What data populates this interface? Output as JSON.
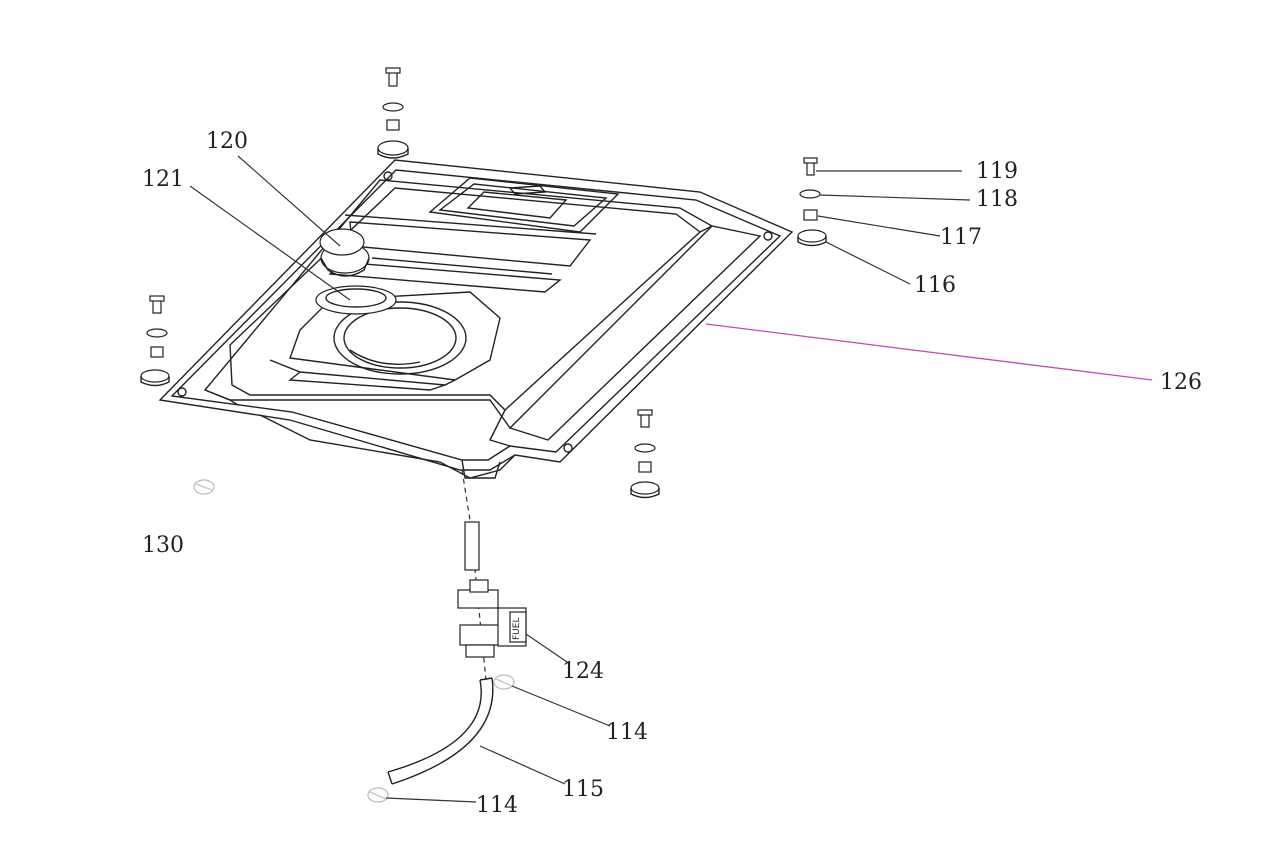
{
  "colors": {
    "ink": "#222222",
    "highlight_line": "#c04ab0",
    "faint": "#bbbbbb",
    "paper": "#ffffff"
  },
  "labels": {
    "l120": "120",
    "l121": "121",
    "l119": "119",
    "l118": "118",
    "l117": "117",
    "l116": "116",
    "l126": "126",
    "l130": "130",
    "l124": "124",
    "l114a": "114",
    "l115": "115",
    "l114b": "114"
  },
  "valve_text": "FUEL"
}
